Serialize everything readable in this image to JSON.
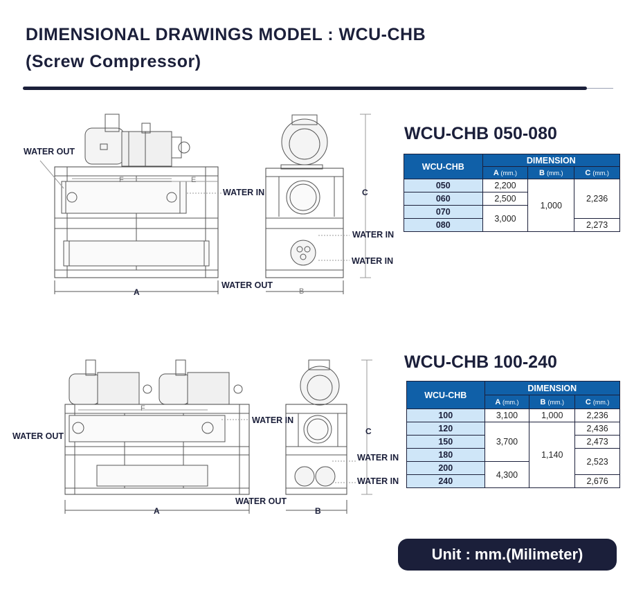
{
  "header": {
    "title_line1": "DIMENSIONAL DRAWINGS MODEL : WCU-CHB",
    "title_line2": "(Screw Compressor)"
  },
  "section1": {
    "title": "WCU-CHB 050-080",
    "table": {
      "model_header": "WCU-CHB",
      "dimension_header": "DIMENSION",
      "col_a": "A",
      "col_b": "B",
      "col_c": "C",
      "unit": "(mm.)",
      "models": [
        "050",
        "060",
        "070",
        "080"
      ],
      "a_values": [
        "2,200",
        "2,500",
        "3,000"
      ],
      "b_values": [
        "1,000"
      ],
      "c_values": [
        "2,236",
        "2,273"
      ]
    },
    "labels": {
      "water_out_left": "WATER OUT",
      "water_in_front": "WATER IN",
      "water_in_side1": "WATER IN",
      "water_in_side2": "WATER IN",
      "water_out_bottom": "WATER OUT",
      "dim_a": "A",
      "dim_b": "B",
      "dim_c": "C",
      "dim_e": "E",
      "dim_f": "F"
    }
  },
  "section2": {
    "title": "WCU-CHB 100-240",
    "table": {
      "model_header": "WCU-CHB",
      "dimension_header": "DIMENSION",
      "col_a": "A",
      "col_b": "B",
      "col_c": "C",
      "unit": "(mm.)",
      "models": [
        "100",
        "120",
        "150",
        "180",
        "200",
        "240"
      ],
      "a_values": [
        "3,100",
        "3,700",
        "4,300"
      ],
      "b_values": [
        "1,000",
        "1,140"
      ],
      "c_values": [
        "2,236",
        "2,436",
        "2,473",
        "2,523",
        "2,676"
      ]
    },
    "labels": {
      "water_out_left": "WATER OUT",
      "water_in_front": "WATER IN",
      "water_in_side1": "WATER IN",
      "water_in_side2": "WATER IN",
      "water_out_bottom": "WATER OUT",
      "dim_a": "A",
      "dim_b": "B",
      "dim_c": "C",
      "dim_f": "F"
    }
  },
  "footer": {
    "unit_note": "Unit : mm.(Milimeter)"
  },
  "colors": {
    "navy": "#1b1f3a",
    "table_header_blue": "#1060a8",
    "table_model_blue": "#cfe6f8"
  }
}
